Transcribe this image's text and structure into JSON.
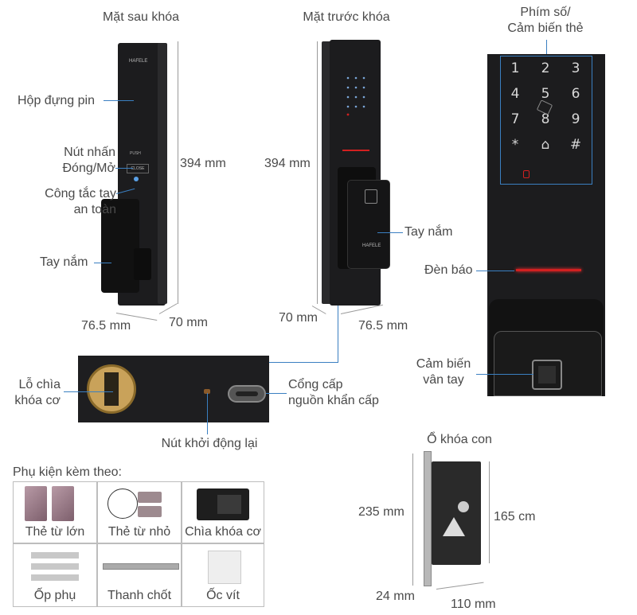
{
  "titles": {
    "back": "Mặt sau khóa",
    "front": "Mặt trước khóa",
    "keypad": "Phím số/\nCảm biến thẻ",
    "mortise": "Ổ khóa con",
    "accessories": "Phụ kiện kèm theo:"
  },
  "back_labels": {
    "battery": "Hộp đựng pin",
    "button": "Nút nhấn\nĐóng/Mở",
    "safety": "Công tắc tay\nan toàn",
    "handle": "Tay nắm",
    "height": "394 mm",
    "width": "76.5 mm",
    "depth": "70 mm",
    "brand": "HAFELE",
    "push": "PUSH",
    "close": "CLOSE"
  },
  "front_labels": {
    "height": "394 mm",
    "depth": "70 mm",
    "width": "76.5 mm",
    "handle": "Tay nắm",
    "brand": "HAFELE"
  },
  "bottom_labels": {
    "keyhole": "Lỗ chìa\nkhóa cơ",
    "reset": "Nút khởi động lại",
    "port": "Cổng cấp\nnguồn khẩn cấp"
  },
  "detail_labels": {
    "indicator": "Đèn báo",
    "fingerprint": "Cảm biến\nvân tay"
  },
  "keypad_keys": [
    "1",
    "2",
    "3",
    "4",
    "5",
    "6",
    "7",
    "8",
    "9",
    "*",
    "⌂",
    "#"
  ],
  "mortise_labels": {
    "height": "235 mm",
    "inner": "165 cm",
    "depth": "24 mm",
    "width": "110 mm"
  },
  "accessories": [
    {
      "name": "Thẻ từ lớn"
    },
    {
      "name": "Thẻ từ nhỏ"
    },
    {
      "name": "Chìa khóa cơ"
    },
    {
      "name": "Ốp phụ"
    },
    {
      "name": "Thanh chốt"
    },
    {
      "name": "Ốc vít"
    }
  ],
  "colors": {
    "body": "#1c1c1e",
    "line": "#3a7fc1",
    "led": "#d22020",
    "keylight": "#5aa0e6"
  }
}
